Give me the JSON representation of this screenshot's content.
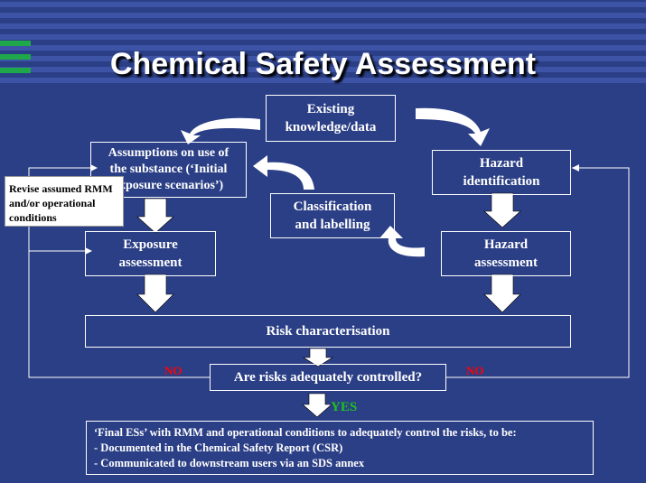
{
  "title": "Chemical Safety Assessment",
  "colors": {
    "background": "#2b3f86",
    "stripe": "#3d53a6",
    "accent_green": "#1fa84a",
    "no_red": "#ff0000",
    "yes_green": "#1fc11f"
  },
  "nodes": {
    "existing": [
      "Existing",
      "knowledge/data"
    ],
    "assumptions": [
      "Assumptions on use of",
      "the substance (‘Initial",
      "exposure scenarios’)"
    ],
    "hazard_id": [
      "Hazard",
      "identification"
    ],
    "classification": [
      "Classification",
      "and labelling"
    ],
    "exposure": [
      "Exposure",
      "assessment"
    ],
    "hazard_assess": [
      "Hazard",
      "assessment"
    ],
    "risk": "Risk characterisation",
    "controlled": "Are risks adequately controlled?"
  },
  "revise_note": "Revise assumed RMM and/or operational conditions",
  "no_left": "NO",
  "no_right": "NO",
  "yes": "YES",
  "final": {
    "line1": "‘Final ESs’ with RMM and operational conditions to adequately control the risks, to be:",
    "line2": "- Documented in the Chemical Safety Report (CSR)",
    "line3": "- Communicated to downstream users via an SDS annex"
  }
}
